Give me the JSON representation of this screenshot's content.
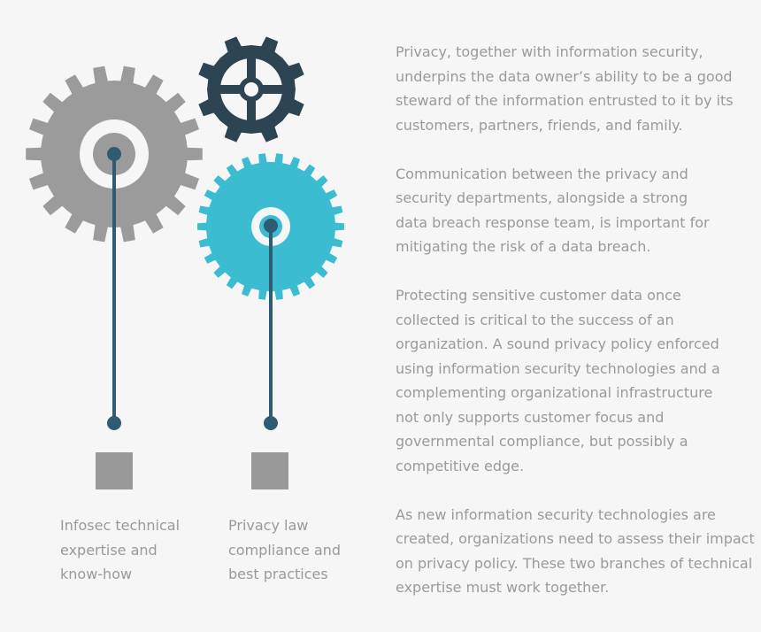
{
  "colors": {
    "background": "#f6f6f6",
    "gear_gray": "#9b9b9b",
    "gear_dark": "#2d4452",
    "gear_teal": "#3bbcd0",
    "connector": "#2f5b73",
    "box": "#999999",
    "text": "#9a9a9a"
  },
  "diagram": {
    "gears": [
      {
        "id": "gray-gear",
        "icon": "gear-icon",
        "color": "gray"
      },
      {
        "id": "dark-gear",
        "icon": "gear-crosshair-icon",
        "color": "dark"
      },
      {
        "id": "teal-gear",
        "icon": "gear-icon",
        "color": "teal"
      }
    ]
  },
  "captions": {
    "left": [
      "Infosec technical",
      "expertise and",
      "know-how"
    ],
    "right": [
      "Privacy law",
      "compliance and",
      "best practices"
    ]
  },
  "paragraphs": [
    [
      "Privacy, together with information security,",
      "underpins the data owner’s ability to be a good",
      "steward of the information entrusted to it by its",
      "customers, partners, friends, and family."
    ],
    [
      "Communication between the privacy and",
      "security departments, alongside a strong",
      "data breach response team, is important for",
      "mitigating the risk of a data breach."
    ],
    [
      "Protecting sensitive customer data once",
      "collected is critical to the success of an",
      "organization. A sound privacy policy enforced",
      "using information security technologies and a",
      "complementing organizational infrastructure",
      "not only supports customer focus and",
      "governmental compliance, but possibly a",
      " competitive edge."
    ],
    [
      "As new information security technologies are",
      "created, organizations need to assess their impact",
      "on privacy policy.  These two branches of technical",
      "expertise must work together."
    ]
  ]
}
